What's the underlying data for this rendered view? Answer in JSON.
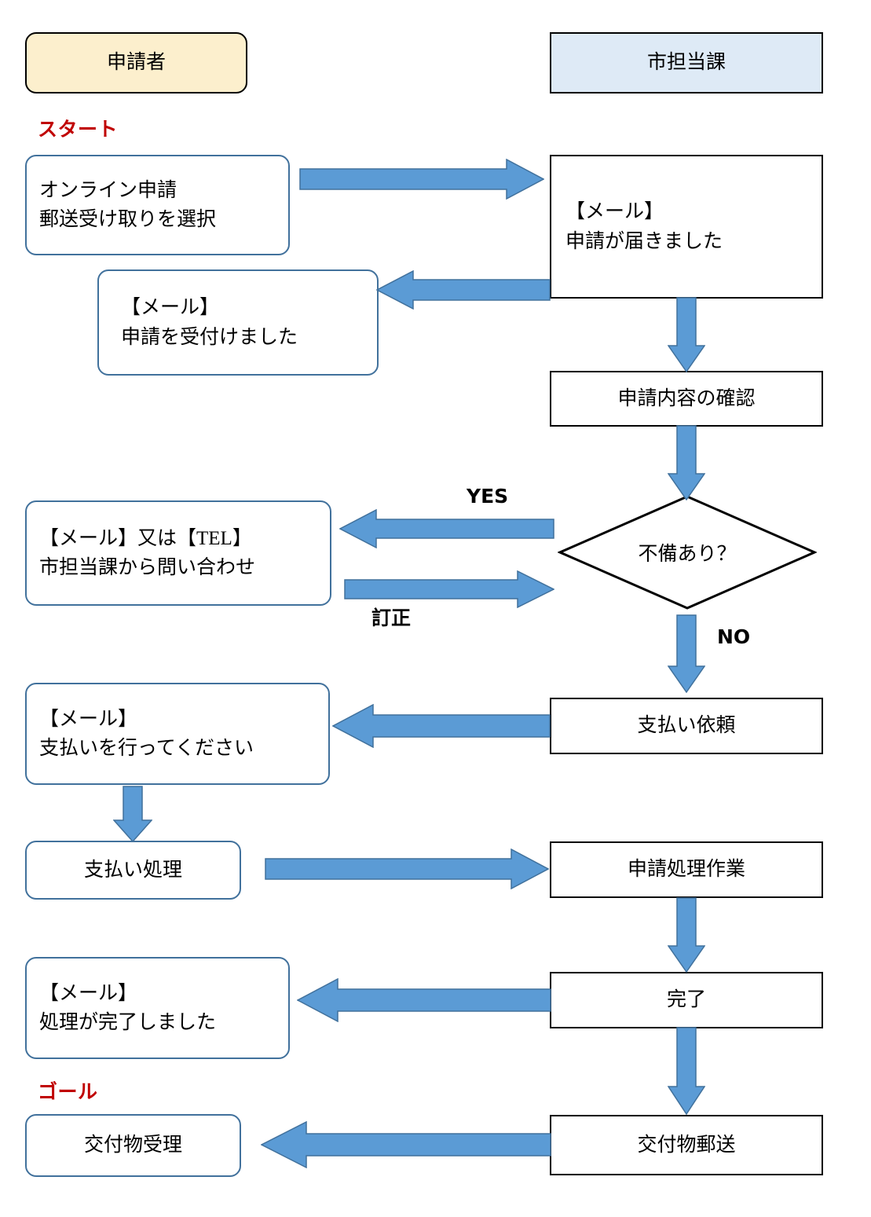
{
  "diagram": {
    "title_applicant_lane": "申請者",
    "title_dept_lane": "市担当課",
    "colors": {
      "arrow_fill": "#5B9BD5",
      "arrow_stroke": "#41719C",
      "applicant_header_fill": "#FCEFCD",
      "dept_header_fill": "#DEEAF6",
      "rounded_box_border": "#41719C",
      "square_box_border": "#000000",
      "caption_red": "#C00000"
    }
  },
  "lanes": {
    "applicant": {
      "label": "申請者"
    },
    "department": {
      "label": "市担当課"
    }
  },
  "captions": {
    "start": "スタート",
    "goal": "ゴール"
  },
  "applicant_nodes": [
    {
      "id": "online-application",
      "lines": [
        "オンライン申請",
        "郵送受け取りを選択"
      ]
    },
    {
      "id": "mail-application-accepted",
      "lines": [
        "【メール】",
        "申請を受付けました"
      ]
    },
    {
      "id": "mail-or-tel-inquiry",
      "lines": [
        "【メール】又は【TEL】",
        "市担当課から問い合わせ"
      ]
    },
    {
      "id": "mail-please-pay",
      "lines": [
        "【メール】",
        "支払いを行ってください"
      ]
    },
    {
      "id": "payment-processing",
      "lines": [
        "支払い処理"
      ]
    },
    {
      "id": "mail-processing-completed",
      "lines": [
        "【メール】",
        "処理が完了しました"
      ]
    },
    {
      "id": "receive-issued-item",
      "lines": [
        "交付物受理"
      ]
    }
  ],
  "department_nodes": [
    {
      "id": "mail-application-arrived",
      "lines": [
        "【メール】",
        "申請が届きました"
      ]
    },
    {
      "id": "check-application-contents",
      "lines": [
        "申請内容の確認"
      ]
    },
    {
      "id": "payment-request",
      "lines": [
        "支払い依頼"
      ]
    },
    {
      "id": "application-processing-work",
      "lines": [
        "申請処理作業"
      ]
    },
    {
      "id": "completed",
      "lines": [
        "完了"
      ]
    },
    {
      "id": "mail-issued-item",
      "lines": [
        "交付物郵送"
      ]
    }
  ],
  "decision": {
    "id": "has-defect",
    "label": "不備あり？",
    "yes_label": "YES",
    "no_label": "NO"
  },
  "edge_labels": {
    "yes": "YES",
    "no": "NO",
    "correction": "訂正"
  }
}
